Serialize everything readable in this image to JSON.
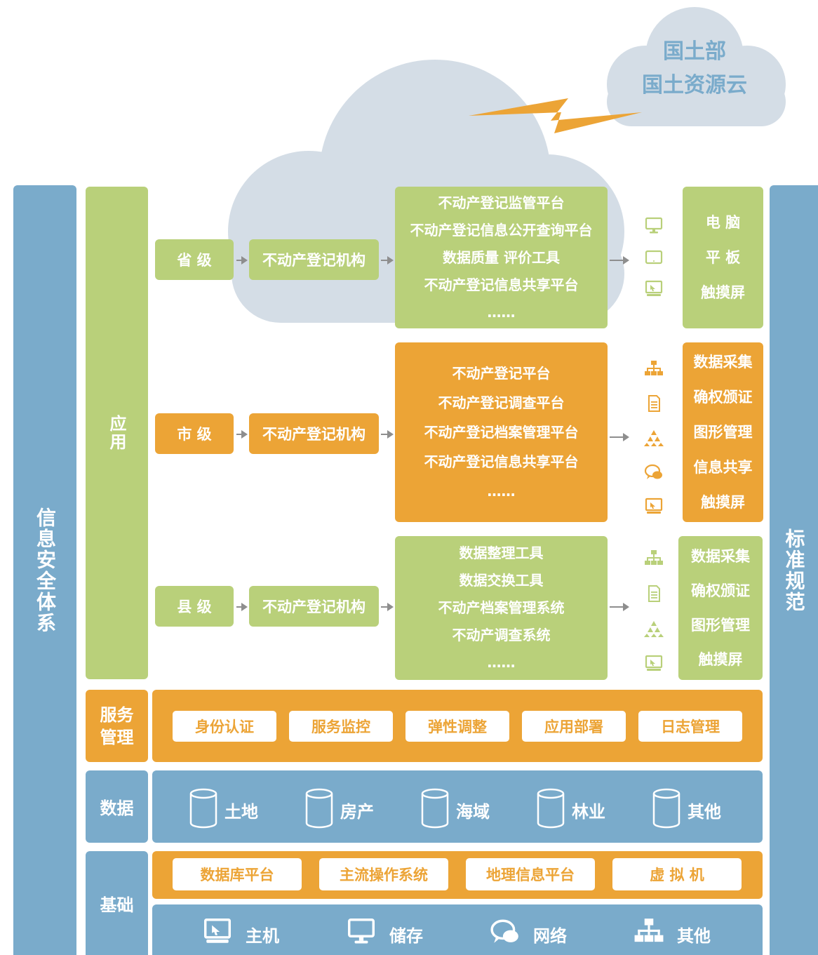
{
  "cloud": {
    "lines": [
      "国土部",
      "国土资源云"
    ]
  },
  "left_side": "信息安全体系",
  "right_side": "标准规范",
  "app_label": "应用",
  "levels": [
    {
      "level": "省 级",
      "org": "不动产登记机构",
      "platforms": [
        "不动产登记监管平台",
        "不动产登记信息公开查询平台",
        "数据质量 评价工具",
        "不动产登记信息共享平台",
        "……"
      ],
      "icons": [
        "monitor-icon",
        "tablet-icon",
        "touchscreen-icon"
      ],
      "endpoints": [
        "电 脑",
        "平 板",
        "触摸屏"
      ]
    },
    {
      "level": "市 级",
      "org": "不动产登记机构",
      "platforms": [
        "不动产登记平台",
        "不动产登记调查平台",
        "不动产登记档案管理平台",
        "不动产登记信息共享平台",
        "……"
      ],
      "icons": [
        "network-icon",
        "document-icon",
        "triangle-icon",
        "chat-icon",
        "touchscreen-icon"
      ],
      "endpoints": [
        "数据采集",
        "确权颁证",
        "图形管理",
        "信息共享",
        "触摸屏"
      ]
    },
    {
      "level": "县 级",
      "org": "不动产登记机构",
      "platforms": [
        "数据整理工具",
        "数据交换工具",
        "不动产档案管理系统",
        "不动产调查系统",
        "……"
      ],
      "icons": [
        "network-icon",
        "document-icon",
        "triangle-icon",
        "touchscreen-icon"
      ],
      "endpoints": [
        "数据采集",
        "确权颁证",
        "图形管理",
        "触摸屏"
      ]
    }
  ],
  "service": {
    "label": "服务管理",
    "items": [
      "身份认证",
      "服务监控",
      "弹性调整",
      "应用部署",
      "日志管理"
    ]
  },
  "data": {
    "label": "数据",
    "items": [
      "土地",
      "房产",
      "海域",
      "林业",
      "其他"
    ]
  },
  "base": {
    "label": "基础",
    "platforms": [
      "数据库平台",
      "主流操作系统",
      "地理信息平台",
      "虚 拟 机"
    ],
    "hardware": [
      {
        "icon": "touchscreen-icon",
        "label": "主机"
      },
      {
        "icon": "monitor-icon",
        "label": "储存"
      },
      {
        "icon": "chat-icon",
        "label": "网络"
      },
      {
        "icon": "network-icon",
        "label": "其他"
      }
    ]
  },
  "colors": {
    "blue": "#7aabcb",
    "green": "#b9d07a",
    "orange": "#eca436",
    "cloud": "#d4dde6",
    "cloud_text": "#7aabcb",
    "lightning": "#eca436"
  }
}
